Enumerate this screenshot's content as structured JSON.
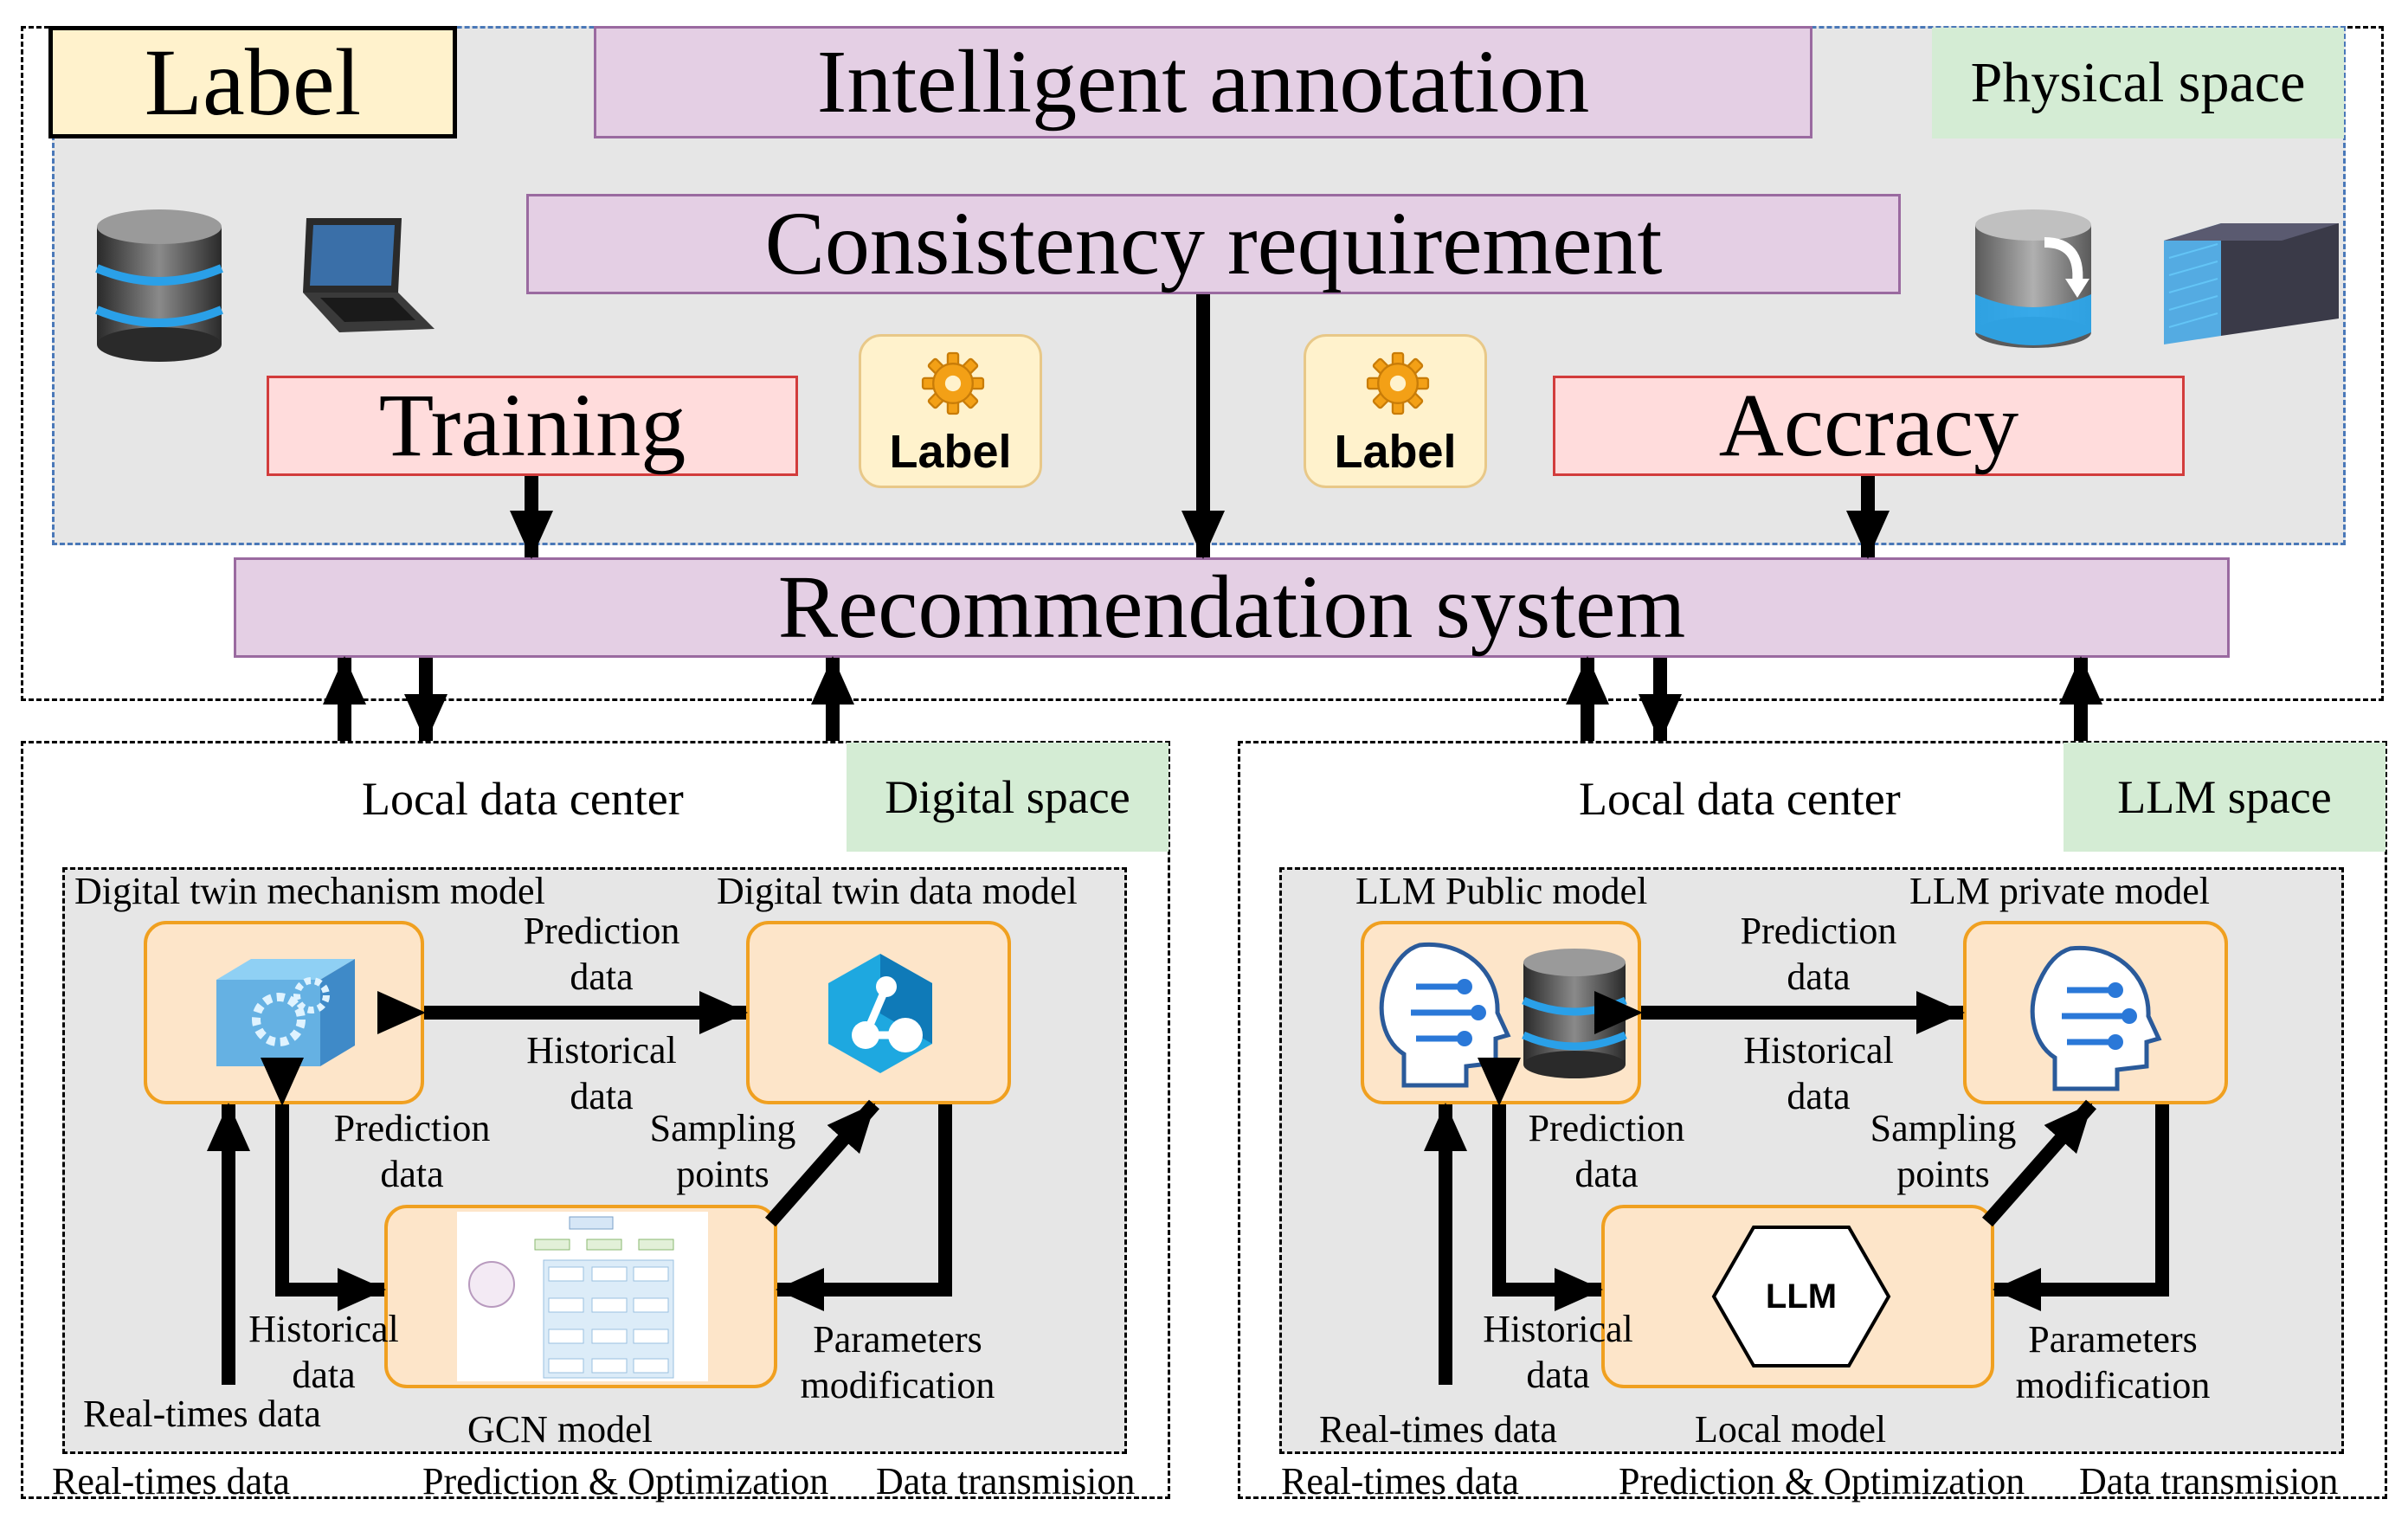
{
  "top": {
    "label": "Label",
    "intelligent_annotation": "Intelligent annotation",
    "physical_space": "Physical space",
    "consistency_requirement": "Consistency requirement",
    "training": "Training",
    "accuracy": "Accracy",
    "label_badge_left": "Label",
    "label_badge_right": "Label",
    "recommendation_system": "Recommendation system"
  },
  "left_panel": {
    "local_data_center": "Local data center",
    "space": "Digital space",
    "mechanism_model": "Digital twin mechanism model",
    "data_model": "Digital twin data model",
    "prediction_data_top_1": "Prediction",
    "prediction_data_top_2": "data",
    "historical_data_mid_1": "Historical",
    "historical_data_mid_2": "data",
    "prediction_data_left_1": "Prediction",
    "prediction_data_left_2": "data",
    "sampling_points_1": "Sampling",
    "sampling_points_2": "points",
    "historical_data_low_1": "Historical",
    "historical_data_low_2": "data",
    "parameters_1": "Parameters",
    "parameters_2": "modification",
    "realtime_data": "Real-times data",
    "model_name": "GCN model",
    "footer_left": "Real-times data",
    "footer_mid": "Prediction & Optimization",
    "footer_right": "Data transmision"
  },
  "right_panel": {
    "local_data_center": "Local data center",
    "space": "LLM space",
    "public_model": "LLM Public model",
    "private_model": "LLM private model",
    "prediction_data_top_1": "Prediction",
    "prediction_data_top_2": "data",
    "historical_data_mid_1": "Historical",
    "historical_data_mid_2": "data",
    "prediction_data_left_1": "Prediction",
    "prediction_data_left_2": "data",
    "sampling_points_1": "Sampling",
    "sampling_points_2": "points",
    "historical_data_low_1": "Historical",
    "historical_data_low_2": "data",
    "parameters_1": "Parameters",
    "parameters_2": "modification",
    "realtime_data": "Real-times data",
    "model_name": "Local model",
    "llm_badge": "LLM",
    "footer_left": "Real-times data",
    "footer_mid": "Prediction & Optimization",
    "footer_right": "Data transmision"
  },
  "colors": {
    "purple_box": "#e4cfe4",
    "pink_box": "#ffdcdc",
    "green_box": "#d4ecd4",
    "orange_box": "#fde5c9",
    "panel_gray": "#e6e6e6"
  }
}
